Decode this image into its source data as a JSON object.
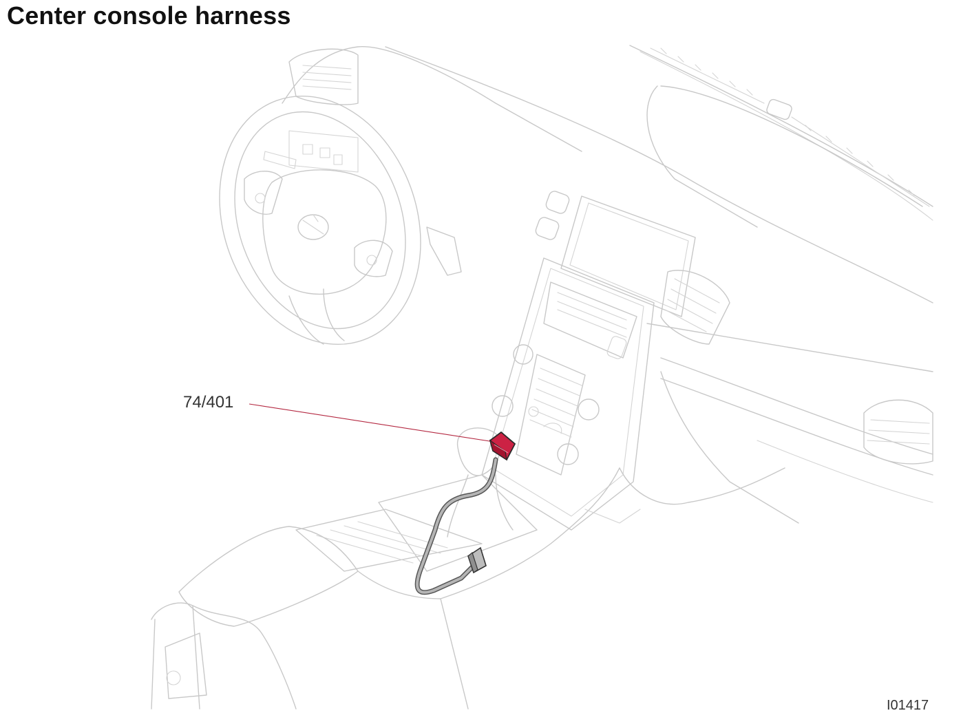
{
  "title": "Center console harness",
  "callout": {
    "label": "74/401"
  },
  "figure_id": "I01417",
  "colors": {
    "connector_highlight": "#cc2244",
    "leader_line": "#b3263f",
    "cable": "#a9a9a9",
    "outline": "#c8c8c8"
  }
}
